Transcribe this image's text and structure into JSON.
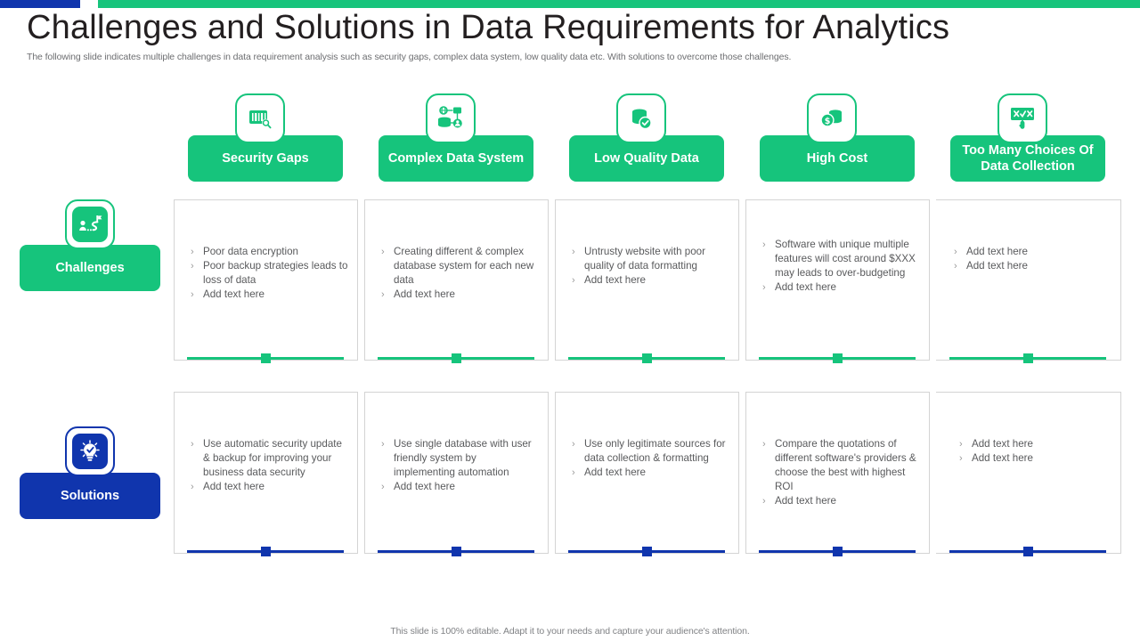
{
  "theme": {
    "green": "#16c47c",
    "blue": "#1035ad",
    "title_color": "#231f20",
    "body_text": "#595a5c"
  },
  "header": {
    "title": "Challenges and Solutions in Data Requirements for Analytics",
    "subtitle": "The following slide indicates multiple challenges in data requirement analysis such as security gaps, complex data system, low quality data etc. With solutions to overcome those challenges."
  },
  "row_labels": [
    {
      "label": "Challenges",
      "icon": "goal-path-icon",
      "color": "#16c47c"
    },
    {
      "label": "Solutions",
      "icon": "lightbulb-check-icon",
      "color": "#1035ad"
    }
  ],
  "columns": [
    {
      "title": "Security Gaps",
      "icon": "barcode-search-icon"
    },
    {
      "title": "Complex Data System",
      "icon": "database-network-icon"
    },
    {
      "title": "Low Quality Data",
      "icon": "coins-check-icon"
    },
    {
      "title": "High Cost",
      "icon": "money-coins-icon"
    },
    {
      "title": "Too Many Choices Of Data Collection",
      "icon": "choice-board-icon"
    }
  ],
  "challenges": [
    {
      "bullets": [
        "Poor data encryption",
        "Poor backup strategies leads to loss of data",
        "Add text here"
      ]
    },
    {
      "bullets": [
        "Creating different & complex database system for each new data",
        "Add text here"
      ]
    },
    {
      "bullets": [
        "Untrusty website with poor quality of data formatting",
        "Add text here"
      ]
    },
    {
      "bullets": [
        "Software with unique multiple features will cost around $XXX may leads to over-budgeting",
        "Add text here"
      ]
    },
    {
      "bullets": [
        "Add text here",
        "Add text here"
      ]
    }
  ],
  "solutions": [
    {
      "bullets": [
        "Use automatic security update & backup for improving your business data security",
        "Add text here"
      ]
    },
    {
      "bullets": [
        "Use single database with user friendly system by implementing automation",
        "Add text here"
      ]
    },
    {
      "bullets": [
        "Use only legitimate sources for data collection & formatting",
        "Add text here"
      ]
    },
    {
      "bullets": [
        "Compare the quotations of different software's providers & choose the best with highest ROI",
        "Add text here"
      ]
    },
    {
      "bullets": [
        "Add text here",
        "Add text here"
      ]
    }
  ],
  "bullet_marker": "›",
  "footer": {
    "note": "This slide is 100% editable. Adapt it to your needs and capture your audience's attention."
  }
}
